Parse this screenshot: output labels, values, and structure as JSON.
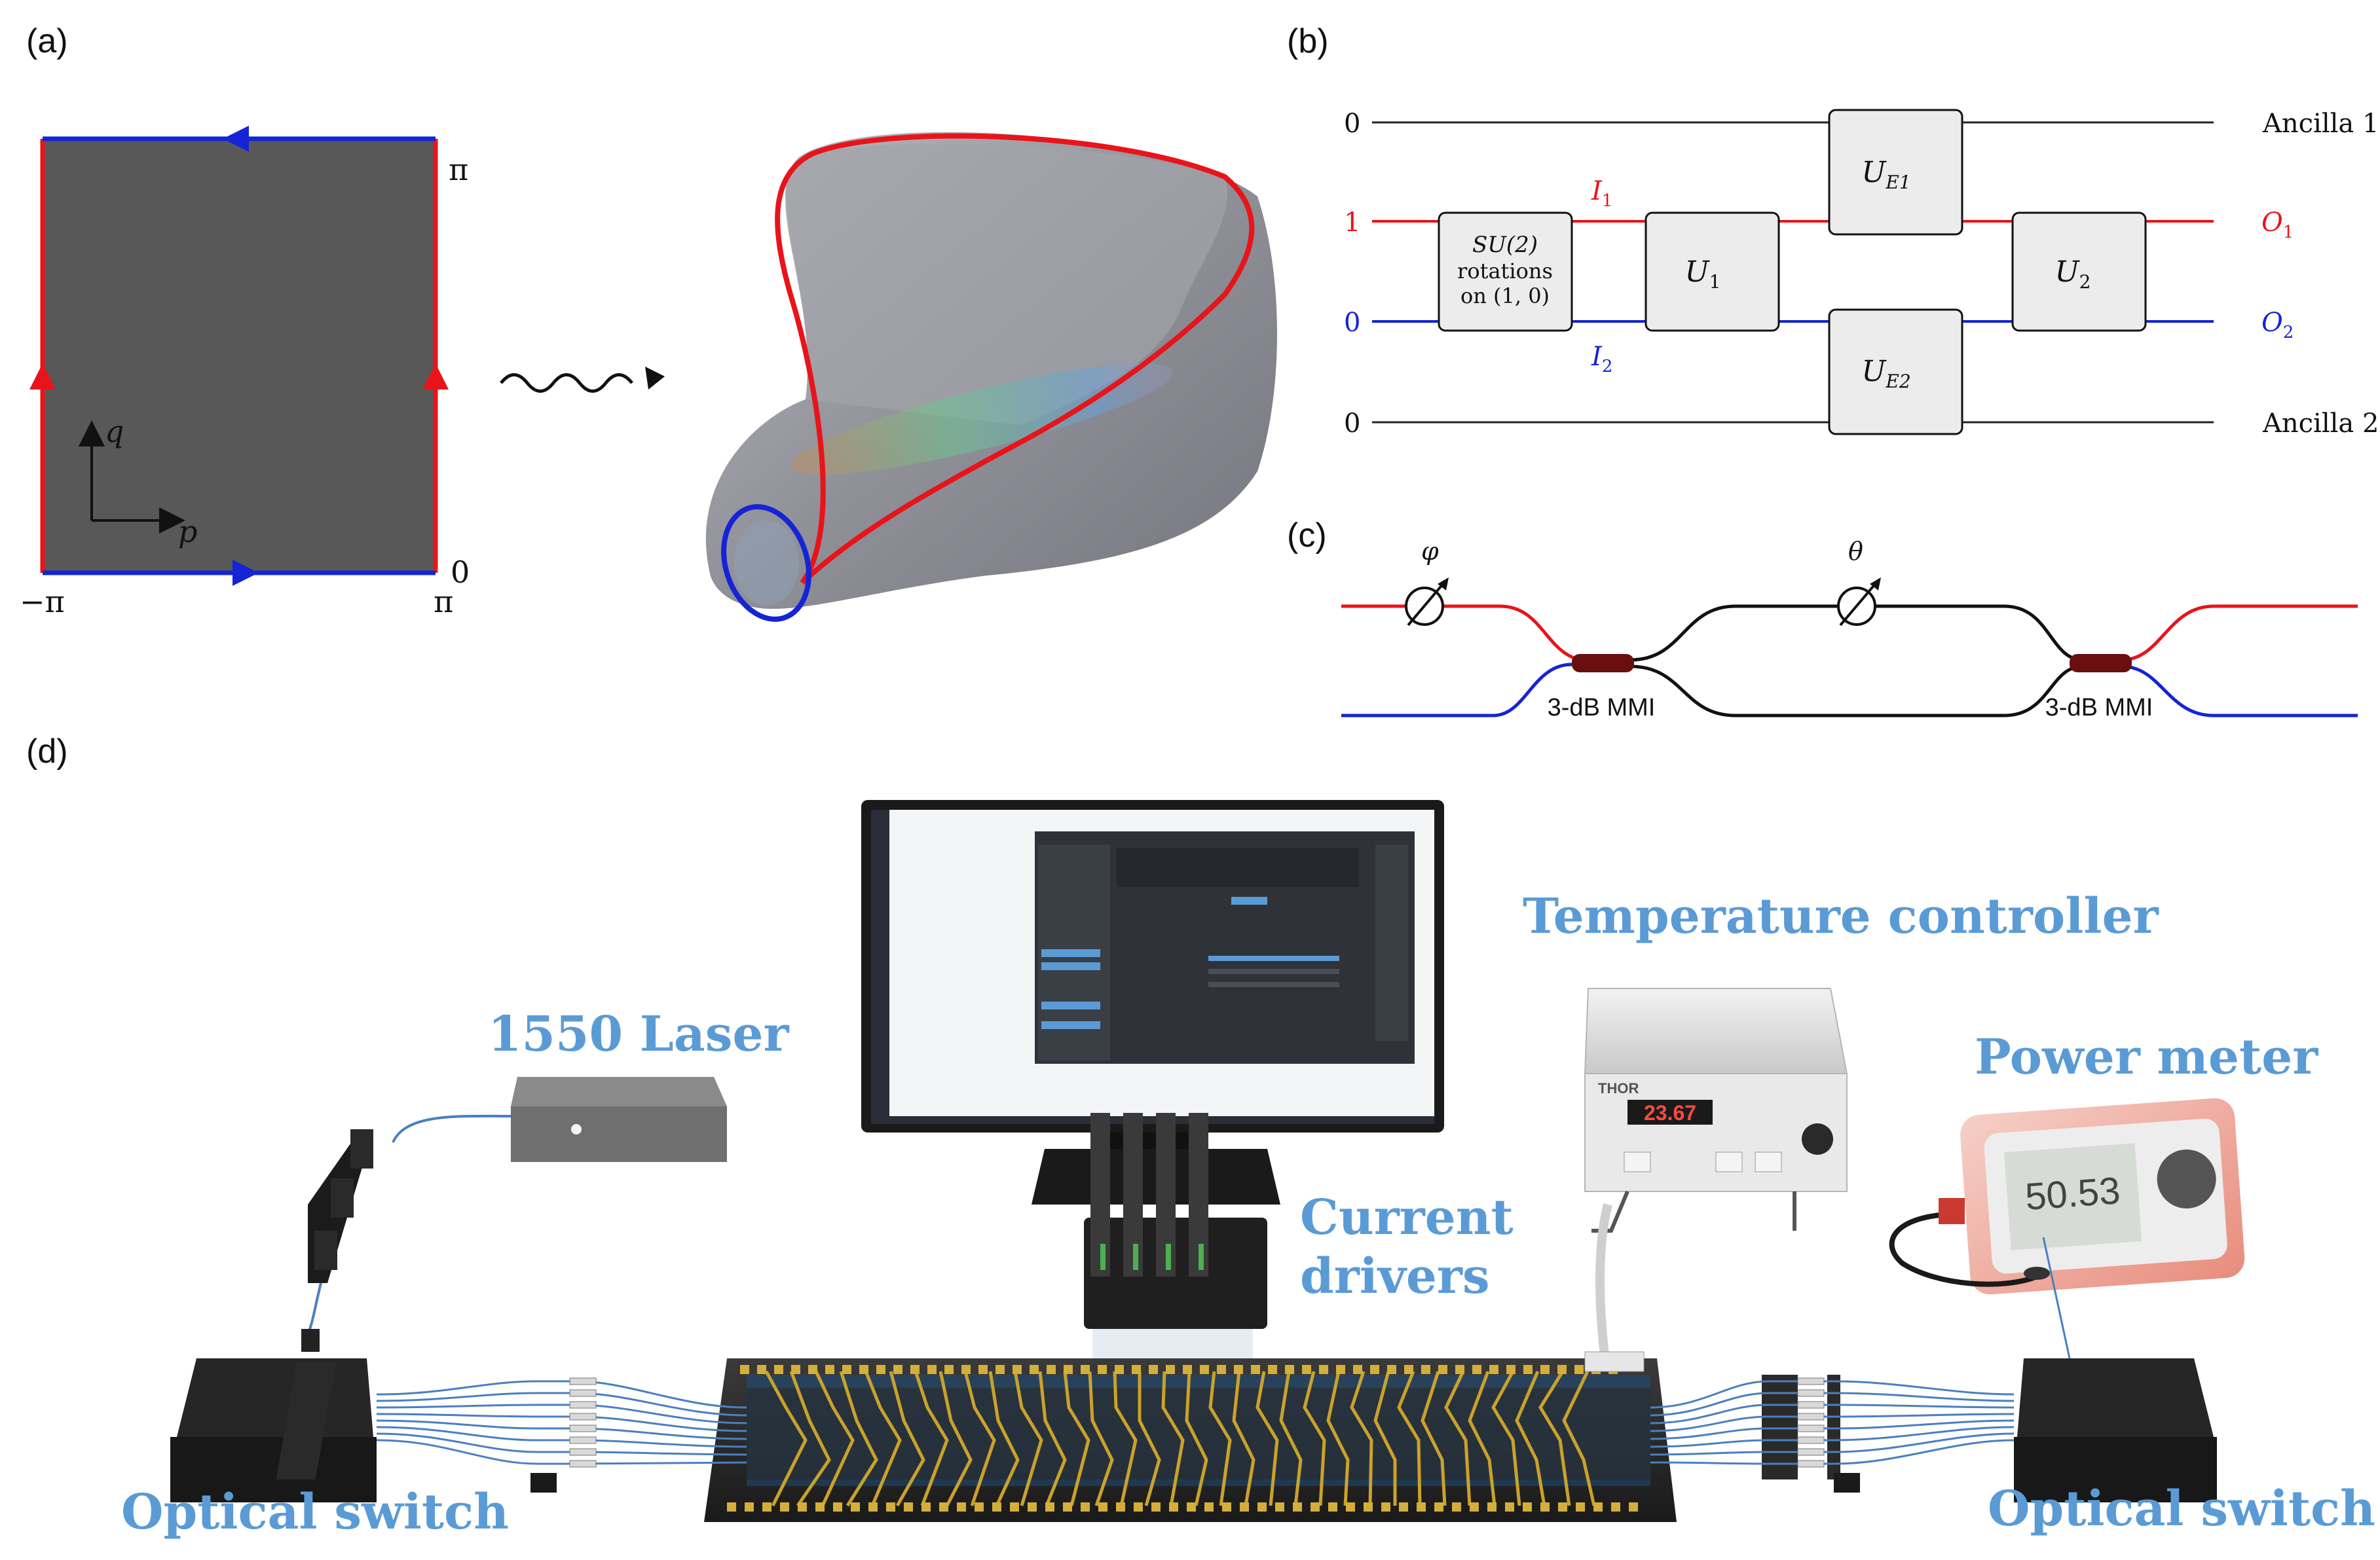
{
  "panels": {
    "a": "(a)",
    "b": "(b)",
    "c": "(c)",
    "d": "(d)"
  },
  "panel_a": {
    "tick_pi_top": "π",
    "tick_zero": "0",
    "tick_neg_pi": "−π",
    "tick_pi_bottom": "π",
    "axis_q": "q",
    "axis_p": "p"
  },
  "panel_b": {
    "inputs": [
      "0",
      "1",
      "0",
      "0"
    ],
    "outputs": [
      "Ancilla 1",
      "O",
      "O",
      "Ancilla 2"
    ],
    "output_subs": [
      "",
      "1",
      "2",
      ""
    ],
    "in_labels": [
      "I",
      "I"
    ],
    "in_subs": [
      "1",
      "2"
    ],
    "su2_line1": "SU(2)",
    "su2_line2": "rotations",
    "su2_line3": "on (1, 0)",
    "u1": "U",
    "u1_sub": "1",
    "u2": "U",
    "u2_sub": "2",
    "ue1": "U",
    "ue1_sub": "E1",
    "ue2": "U",
    "ue2_sub": "E2",
    "colors": {
      "red": "#e8141a",
      "blue": "#1424d6"
    }
  },
  "panel_c": {
    "phi": "φ",
    "theta": "θ",
    "mmi_left": "3-dB MMI",
    "mmi_right": "3-dB MMI"
  },
  "panel_d": {
    "laser": "1550 Laser",
    "temp_controller": "Temperature controller",
    "power_meter": "Power meter",
    "current_drivers_1": "Current",
    "current_drivers_2": "drivers",
    "switch_left": "Optical switch",
    "switch_right": "Optical switch",
    "temp_readout": "23.67",
    "power_readout": "50.53",
    "brand": "THOR"
  }
}
